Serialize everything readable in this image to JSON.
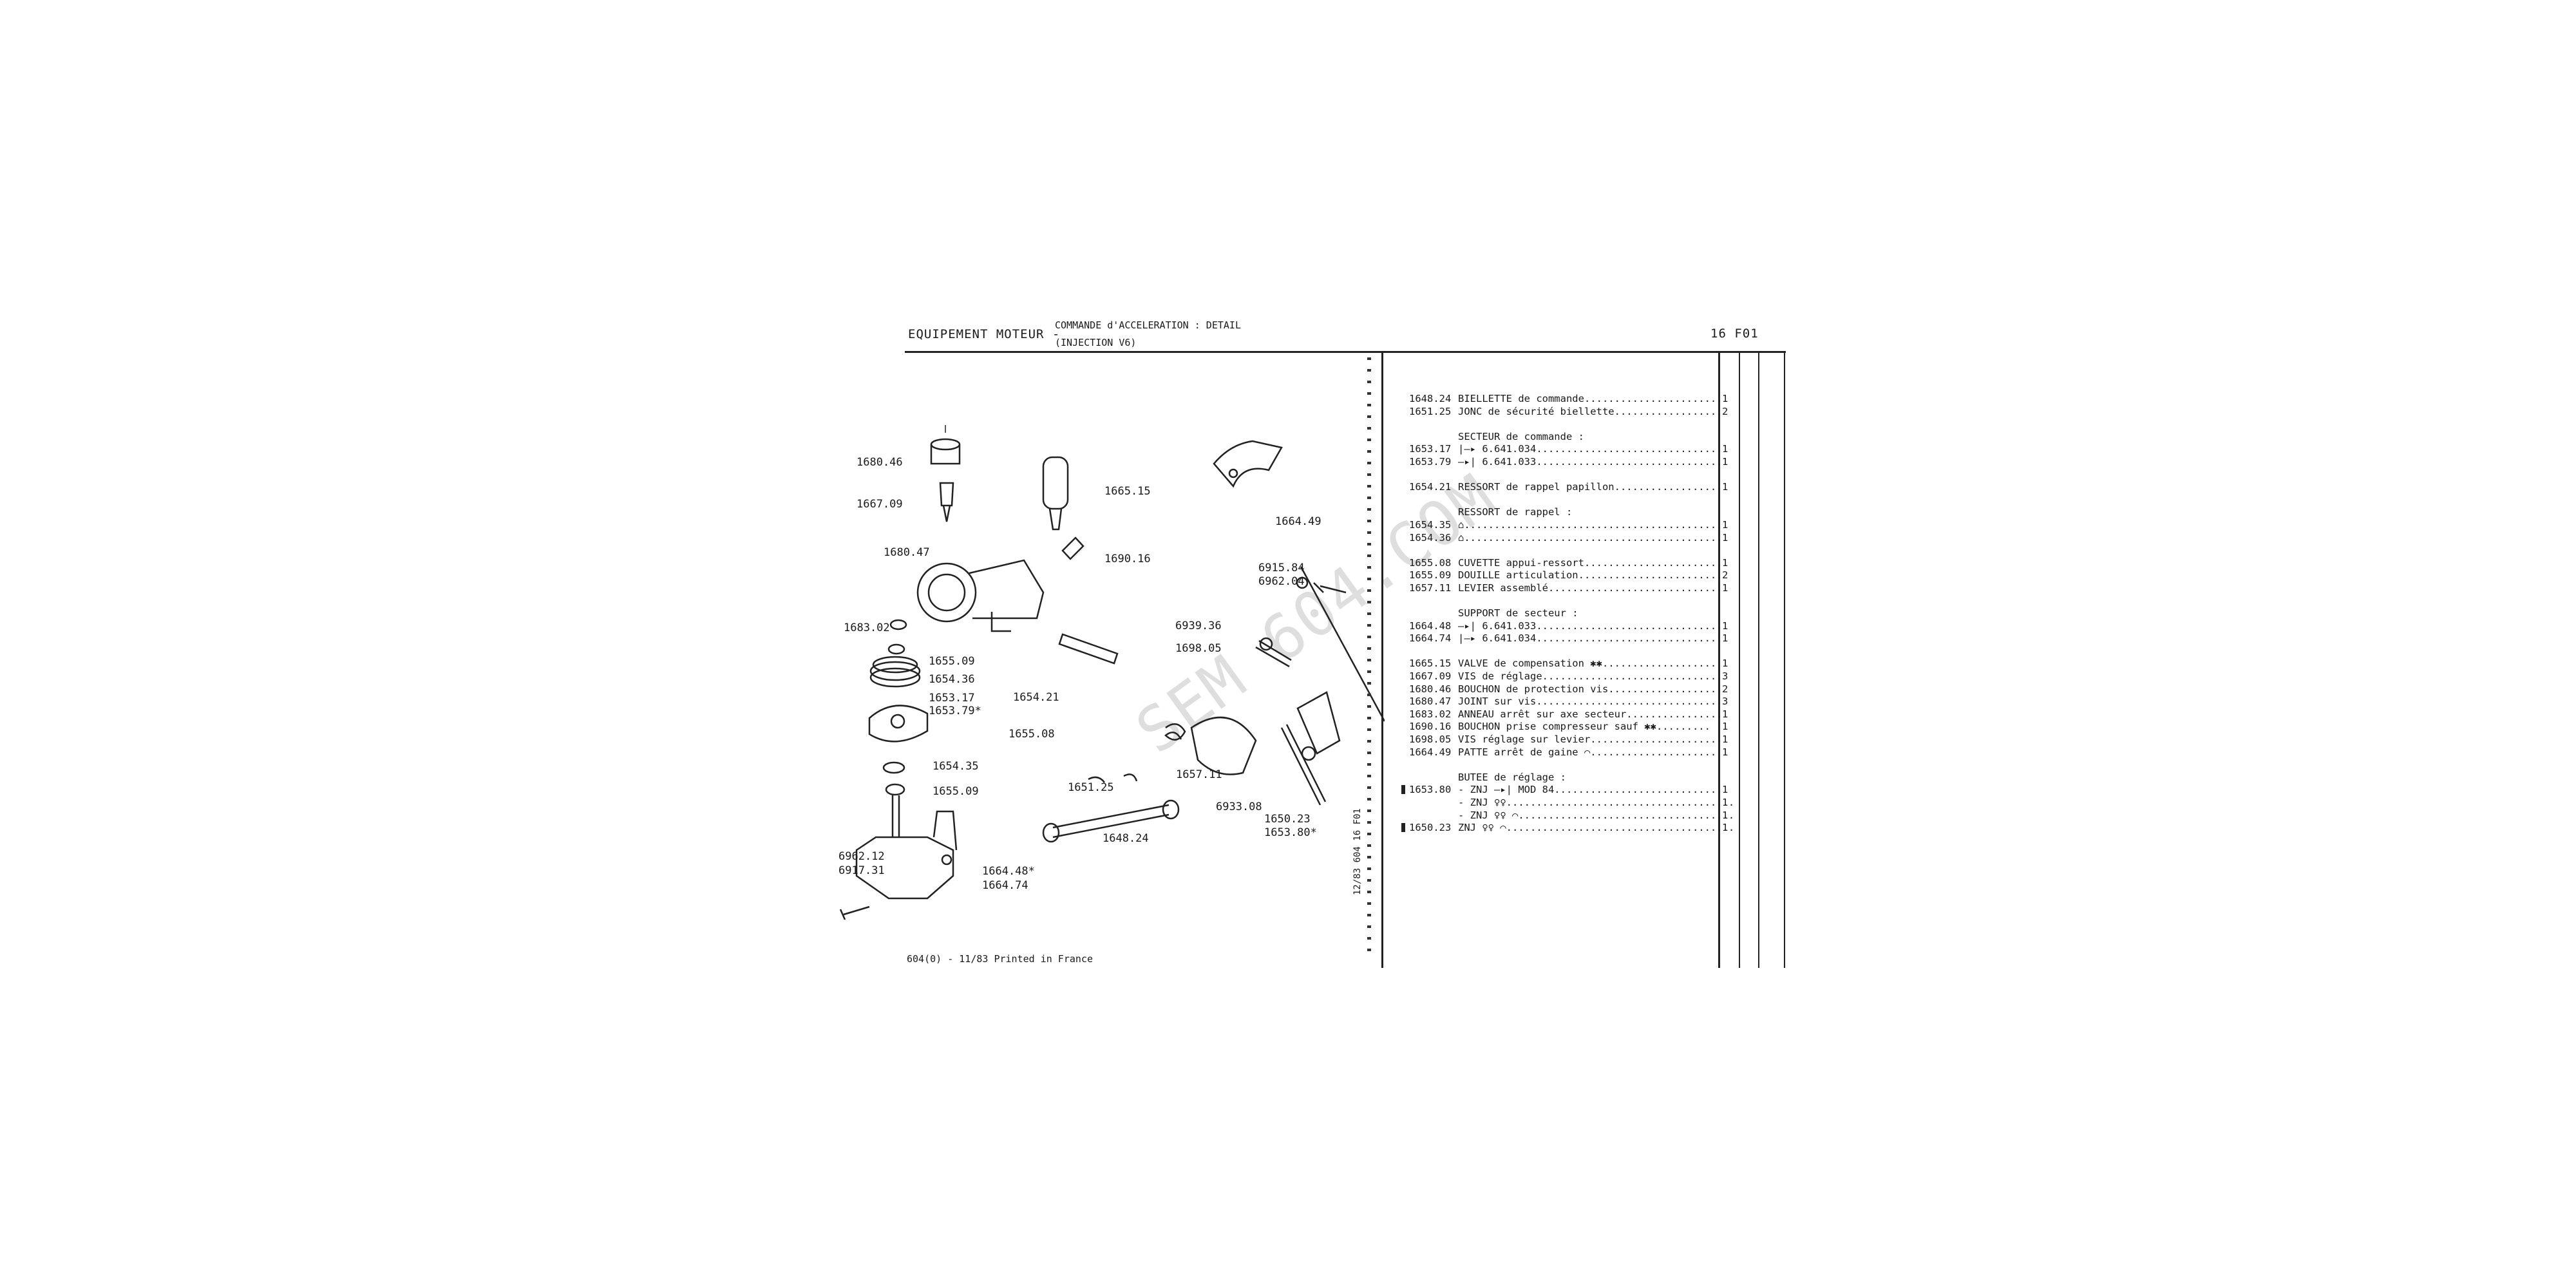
{
  "header": {
    "title": "EQUIPEMENT MOTEUR -",
    "subtitle_line1": "COMMANDE d'ACCELERATION : DETAIL",
    "subtitle_line2": "(INJECTION V6)",
    "page_code": "16 F01"
  },
  "footer": "604(0) - 11/83 Printed in France",
  "side_code": "12/83 604 16 F01",
  "watermark": "SEM 604.COM",
  "diagram_labels": [
    "1680.46",
    "1667.09",
    "1680.47",
    "1683.02",
    "1655.09",
    "1654.36",
    "1653.17",
    "1653.79*",
    "1654.35",
    "1655.09",
    "6962.12",
    "6917.31",
    "1664.48*",
    "1664.74",
    "1665.15",
    "1690.16",
    "1654.21",
    "1655.08",
    "1651.25",
    "1648.24",
    "1657.11",
    "1664.49",
    "6915.84",
    "6962.04",
    "6939.36",
    "1698.05",
    "6933.08",
    "1650.23",
    "1653.80*"
  ],
  "parts_list": [
    {
      "ref": "1648.24",
      "desc": "BIELLETTE de commande.......................",
      "qty": "1"
    },
    {
      "ref": "1651.25",
      "desc": "JONC de sécurité biellette..................",
      "qty": "2"
    },
    {
      "ref": "",
      "desc": "",
      "qty": ""
    },
    {
      "ref": "",
      "desc": "SECTEUR de commande :",
      "qty": ""
    },
    {
      "ref": "1653.17",
      "desc": "|—▸ 6.641.034...............................",
      "qty": "1"
    },
    {
      "ref": "1653.79",
      "desc": "—▸| 6.641.033...............................",
      "qty": "1"
    },
    {
      "ref": "",
      "desc": "",
      "qty": ""
    },
    {
      "ref": "1654.21",
      "desc": "RESSORT de rappel papillon..................",
      "qty": "1"
    },
    {
      "ref": "",
      "desc": "",
      "qty": ""
    },
    {
      "ref": "",
      "desc": "RESSORT de rappel :",
      "qty": ""
    },
    {
      "ref": "1654.35",
      "desc": "⌂...........................................",
      "qty": "1"
    },
    {
      "ref": "1654.36",
      "desc": "⌂...........................................",
      "qty": "1"
    },
    {
      "ref": "",
      "desc": "",
      "qty": ""
    },
    {
      "ref": "1655.08",
      "desc": "CUVETTE appui-ressort.......................",
      "qty": "1"
    },
    {
      "ref": "1655.09",
      "desc": "DOUILLE articulation........................",
      "qty": "2"
    },
    {
      "ref": "1657.11",
      "desc": "LEVIER assemblé.............................",
      "qty": "1"
    },
    {
      "ref": "",
      "desc": "",
      "qty": ""
    },
    {
      "ref": "",
      "desc": "SUPPORT de secteur :",
      "qty": ""
    },
    {
      "ref": "1664.48",
      "desc": "—▸| 6.641.033...............................",
      "qty": "1"
    },
    {
      "ref": "1664.74",
      "desc": "|—▸ 6.641.034...............................",
      "qty": "1"
    },
    {
      "ref": "",
      "desc": "",
      "qty": ""
    },
    {
      "ref": "1665.15",
      "desc": "VALVE de compensation ✱✱...................",
      "qty": "1"
    },
    {
      "ref": "1667.09",
      "desc": "VIS de réglage..............................",
      "qty": "3"
    },
    {
      "ref": "1680.46",
      "desc": "BOUCHON de protection vis...................",
      "qty": "2"
    },
    {
      "ref": "1680.47",
      "desc": "JOINT sur vis...............................",
      "qty": "3"
    },
    {
      "ref": "1683.02",
      "desc": "ANNEAU arrêt sur axe secteur................",
      "qty": "1"
    },
    {
      "ref": "1690.16",
      "desc": "BOUCHON prise compresseur sauf ✱✱.........",
      "qty": "1"
    },
    {
      "ref": "1698.05",
      "desc": "VIS réglage sur levier......................",
      "qty": "1"
    },
    {
      "ref": "1664.49",
      "desc": "PATTE arrêt de gaine ⌒.....................",
      "qty": "1"
    },
    {
      "ref": "",
      "desc": "",
      "qty": ""
    },
    {
      "ref": "",
      "desc": "BUTEE de réglage :",
      "qty": ""
    },
    {
      "ref": "1653.80",
      "desc": "- ZNJ —▸| MOD 84............................",
      "qty": "1"
    },
    {
      "ref": "",
      "desc": "- ZNJ ♀♀......................................",
      "qty": "1"
    },
    {
      "ref": "",
      "desc": "- ZNJ ♀♀ ⌒....................................",
      "qty": "1"
    },
    {
      "ref": "1650.23",
      "desc": "ZNJ ♀♀ ⌒......................................",
      "qty": "1"
    }
  ],
  "row_markers": [
    31,
    34
  ]
}
